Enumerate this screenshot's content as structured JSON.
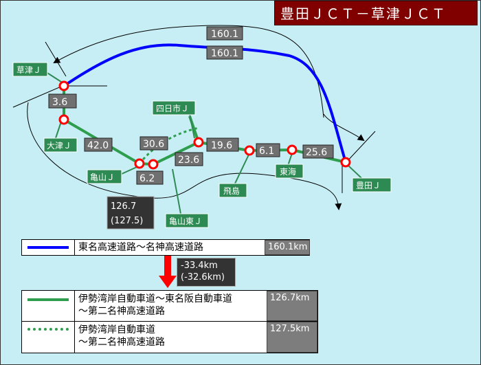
{
  "title": "豊田ＪＣＴ－草津ＪＣＴ",
  "colors": {
    "meishin_route": "#0000ff",
    "isewangan_route": "#2e9d4e",
    "junction": "#ff0000",
    "label_bg": "#2e8a53",
    "distance_bg": "#707070"
  },
  "junctions": {
    "kusatsu": "草津Ｊ",
    "ootsu": "大津Ｊ",
    "kameyama": "亀山Ｊ",
    "kameyama_higashi": "亀山東Ｊ",
    "yokkaichi": "四日市Ｊ",
    "tobishima": "飛島",
    "tokai": "東海",
    "toyota": "豊田Ｊ"
  },
  "distances": {
    "meishin_upper": "160.1",
    "meishin_lower": "160.1",
    "kusatsu_ootsu": "3.6",
    "ootsu_kameyama": "42.0",
    "kameyama_kameyamahigashi": "6.2",
    "kameyama_yokkaichi_dashed": "30.6",
    "kameyamahigashi_yokkaichi": "23.6",
    "yokkaichi_tobishima": "19.6",
    "tobishima_tokai": "6.1",
    "tokai_toyota": "25.6"
  },
  "total_box": {
    "line1": "126.7",
    "line2": "(127.5)"
  },
  "legend_top": {
    "label": "東名高速道路～名神高速道路",
    "value": "160.1km"
  },
  "difference": {
    "line1": "-33.4km",
    "line2": "(-32.6km)"
  },
  "legend_bottom": [
    {
      "line1": "伊勢湾岸自動車道～東名阪自動車道",
      "line2": "～第二名神高速道路",
      "value": "126.7km"
    },
    {
      "line1": "伊勢湾岸自動車道",
      "line2": "～第二名神高速道路",
      "value": "127.5km"
    }
  ]
}
